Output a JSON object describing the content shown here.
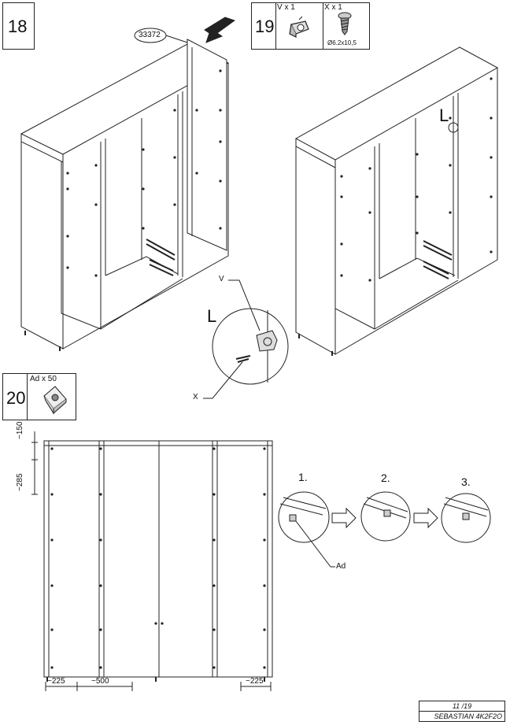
{
  "steps": [
    {
      "number": "18"
    },
    {
      "number": "19",
      "parts": [
        {
          "qty_label": "V x 1"
        },
        {
          "qty_label": "X x 1",
          "spec": "Ø6.2x10,5"
        }
      ]
    },
    {
      "number": "20",
      "parts": [
        {
          "qty_label": "Ad x 50"
        }
      ]
    }
  ],
  "callouts": {
    "part_code": "33372",
    "side_left": "L",
    "side_right": "L",
    "v_label": "V",
    "x_label": "X",
    "ad_label": "Ad"
  },
  "dimensions": {
    "d150": "~150",
    "d285": "~285",
    "d225_left": "~225",
    "d500": "~500",
    "d225_right": "~225"
  },
  "sequence": [
    "1.",
    "2.",
    "3."
  ],
  "footer": {
    "page": "11 /19",
    "model": "SEBASTIAN 4K2F2O"
  }
}
